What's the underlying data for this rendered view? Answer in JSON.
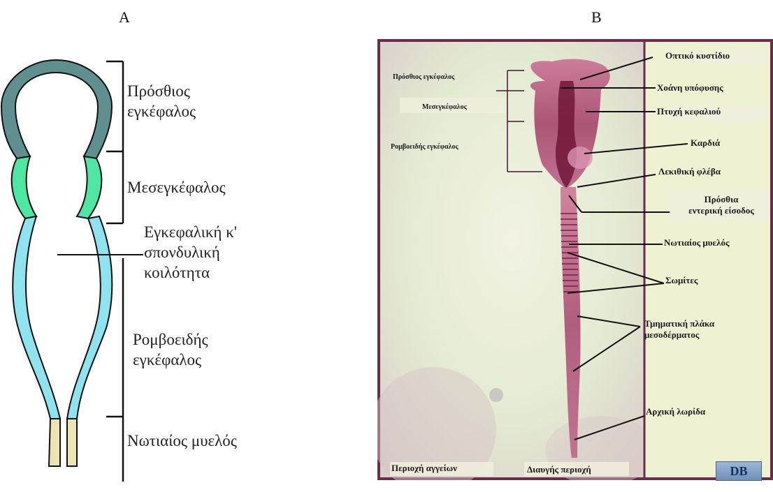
{
  "panel_a": {
    "letter": "A",
    "labels": {
      "forebrain_line1": "Πρόσθιος",
      "forebrain_line2": "εγκέφαλος",
      "midbrain": "Μεσεγκέφαλος",
      "canal_line1": "Εγκεφαλική κ'",
      "canal_line2": "σπονδυλική",
      "canal_line3": "κοιλότητα",
      "hindbrain_line1": "Ρομβοειδής",
      "hindbrain_line2": "εγκέφαλος",
      "spinal": "Νωτιαίος μυελός"
    },
    "colors": {
      "forebrain": "#5f8f8f",
      "midbrain": "#4fe6a4",
      "hindbrain": "#8fe3ee",
      "spinal": "#ece4b4",
      "outline": "#111111"
    }
  },
  "panel_b": {
    "letter": "B",
    "left_labels": {
      "forebrain": "Πρόσθιος εγκέφαλος",
      "midbrain": "Μεσεγκέφαλος",
      "hindbrain": "Ρομβοειδής εγκέφαλος"
    },
    "right_labels": {
      "optic_vesicle": "Οπτικό κυστίδιο",
      "pituitary": "Χοάνη υπόφυσης",
      "head_fold": "Πτυχή κεφαλιού",
      "heart": "Καρδιά",
      "vitelline_vein": "Λεκιθική φλέβα",
      "anterior_intestinal_line1": "Πρόσθια",
      "anterior_intestinal_line2": "εντερική είσοδος",
      "spinal_cord": "Νωτιαίος μυελός",
      "somites": "Σωμίτες",
      "segmental_line1": "Τμηματική πλάκα",
      "segmental_line2": "μεσοδέρματος",
      "primitive_streak": "Αρχική λωρίδα"
    },
    "bottom_labels": {
      "vascular_area": "Περιοχή αγγείων",
      "pellucid_area": "Διαυγής περιοχή"
    },
    "logo": "DB",
    "colors": {
      "frame": "#6d2a4a",
      "photo_bg": "#e6ebd3",
      "side_panel": "#eef1d2",
      "embryo": "#a23a66"
    }
  }
}
